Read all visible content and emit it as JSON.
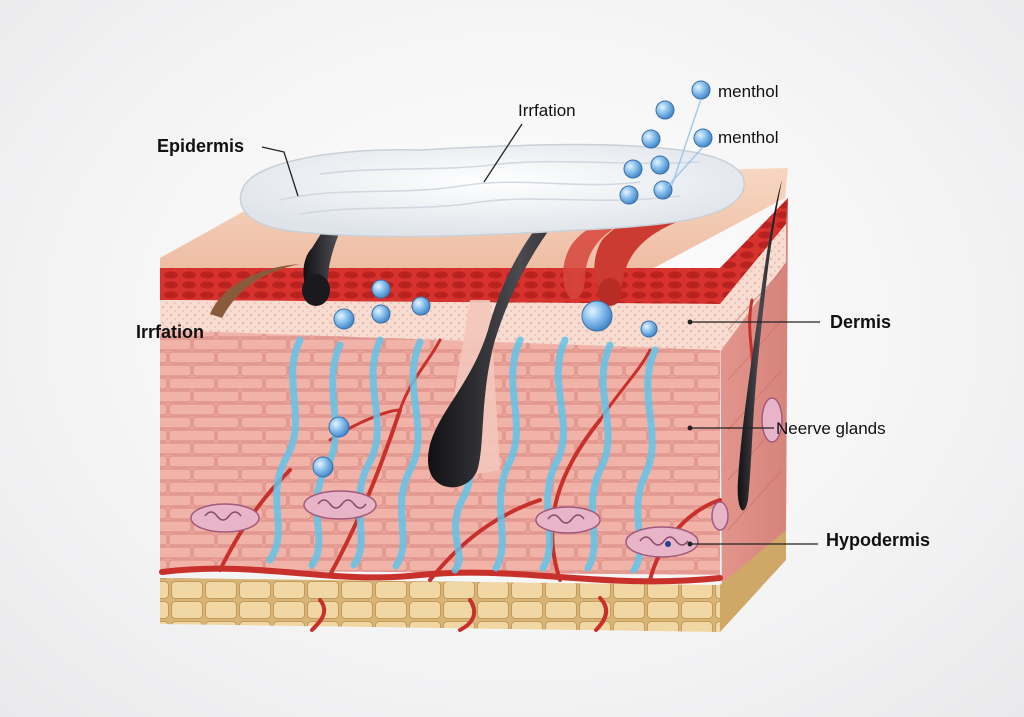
{
  "labels": {
    "epidermis": "Epidermis",
    "irritation_top": "Irrfation",
    "menthol_1": "menthol",
    "menthol_2": "menthol",
    "irritation_left": "Irrfation",
    "dermis": "Dermis",
    "nerve_glands": "Neerve glands",
    "hypodermis": "Hypodermis"
  },
  "colors": {
    "epidermis_surface": "#f3c8ad",
    "capillary_red": "#d8322f",
    "dermis_pink": "#eeaaa2",
    "dermis_light": "#f6d8cc",
    "hypodermis_fat": "#e8c98d",
    "nerve_blue": "#62c4ea",
    "menthol_bubble": "#5b9fd9",
    "cream": "#f4f6f8",
    "hair": "#1c1c1f",
    "vessel": "#c8302c"
  }
}
